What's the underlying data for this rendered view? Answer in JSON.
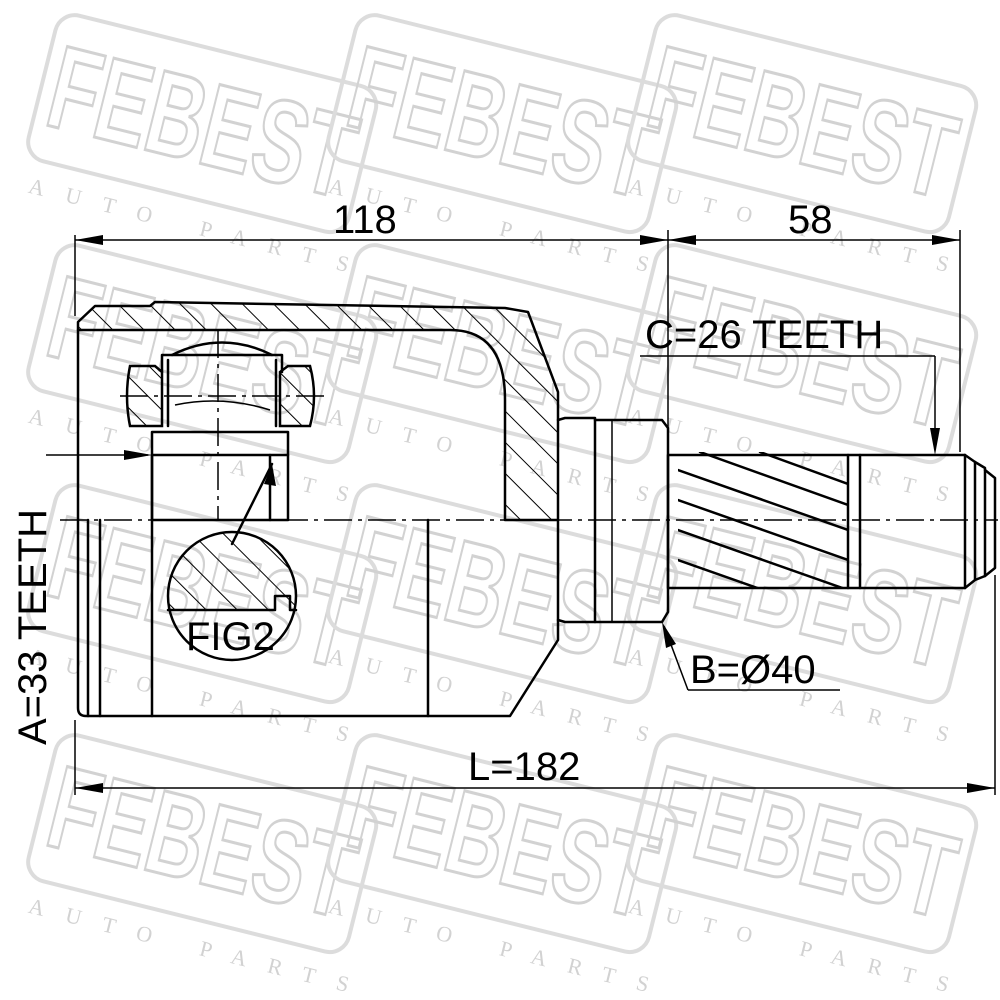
{
  "watermark": {
    "brand": "FEBEST",
    "sub": "AUTO PARTS"
  },
  "dimensions": {
    "housing_length": "118",
    "shaft_length": "58",
    "total_length": "L=182"
  },
  "specs": {
    "outer_teeth": "C=26 TEETH",
    "inner_teeth": "A=33 TEETH",
    "seal_diameter": "B=Ø40"
  },
  "figure_label": "FIG2"
}
